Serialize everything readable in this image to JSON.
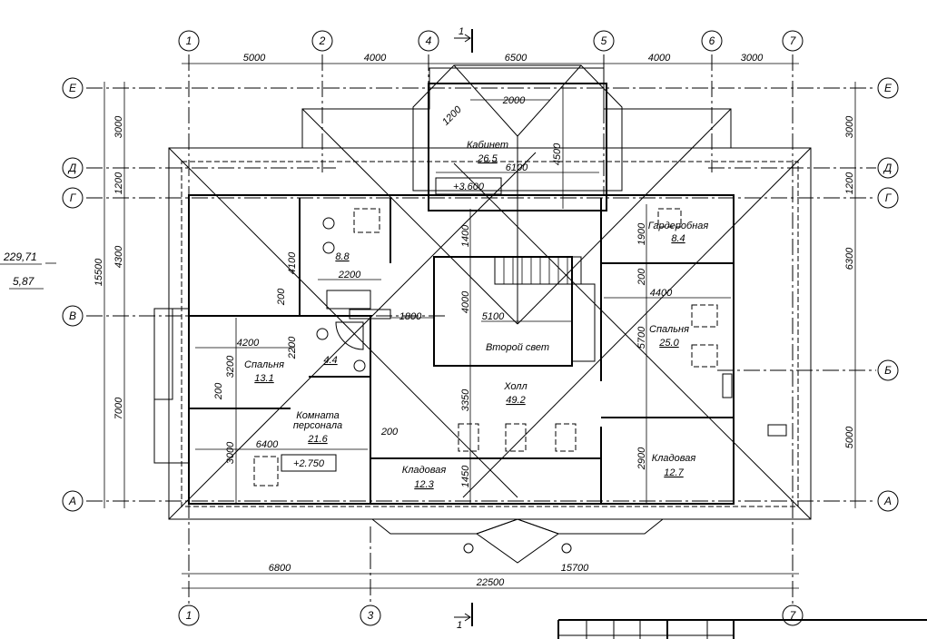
{
  "axes": {
    "vertical_top": [
      "1",
      "2",
      "4",
      "5",
      "6",
      "7"
    ],
    "vertical_bottom": [
      "1",
      "3",
      "7"
    ],
    "horizontal_left": [
      "Е",
      "Д",
      "Г",
      "В",
      "А"
    ],
    "horizontal_right": [
      "Е",
      "Д",
      "Г",
      "Б",
      "А"
    ]
  },
  "dimensions": {
    "top": [
      "5000",
      "4000",
      "6500",
      "4000",
      "3000"
    ],
    "bottom_chain": [
      "6800",
      "15700"
    ],
    "bottom_total": "22500",
    "left_total": "15500",
    "left_chain": [
      "3000",
      "1200",
      "4300",
      "7000"
    ],
    "right_chain": [
      "3000",
      "1200",
      "6300",
      "5000"
    ],
    "interior": {
      "d2000": "2000",
      "d1200": "1200",
      "d6100": "6100",
      "d4500": "4500",
      "d2200a": "2200",
      "d4100": "4100",
      "d200a": "200",
      "d1800": "1800",
      "d1400": "1400",
      "d4000": "4000",
      "d5100": "5100",
      "d3350": "3350",
      "d1450": "1450",
      "d200b": "200",
      "d4200": "4200",
      "d3200": "3200",
      "d2200b": "2200",
      "d200c": "200",
      "d6400": "6400",
      "d3000": "3000",
      "d1900": "1900",
      "d200d": "200",
      "d4400": "4400",
      "d5700": "5700",
      "d2900": "2900"
    }
  },
  "rooms": {
    "cabinet": {
      "name": "Кабинет",
      "area": "26.5"
    },
    "bath1": {
      "area": "8.8"
    },
    "bath2": {
      "area": "4.4"
    },
    "bedroom_small": {
      "name": "Спальня",
      "area": "13.1"
    },
    "staff_room": {
      "name_1": "Комната",
      "name_2": "персонала",
      "area": "21.6"
    },
    "second_light": {
      "name": "Второй свет"
    },
    "hall": {
      "name": "Холл",
      "area": "49.2"
    },
    "storage_left": {
      "name": "Кладовая",
      "area": "12.3"
    },
    "wardrobe": {
      "name": "Гардеробная",
      "area": "8.4"
    },
    "bedroom_large": {
      "name": "Спальня",
      "area": "25.0"
    },
    "storage_right": {
      "name": "Кладовая",
      "area": "12.7"
    }
  },
  "elevations": {
    "upper": "+3.600",
    "lower": "+2.750"
  },
  "side_values": {
    "total_area": "229,71",
    "ratio": "5,87"
  },
  "section_marks": {
    "top": "1",
    "bottom": "1"
  }
}
